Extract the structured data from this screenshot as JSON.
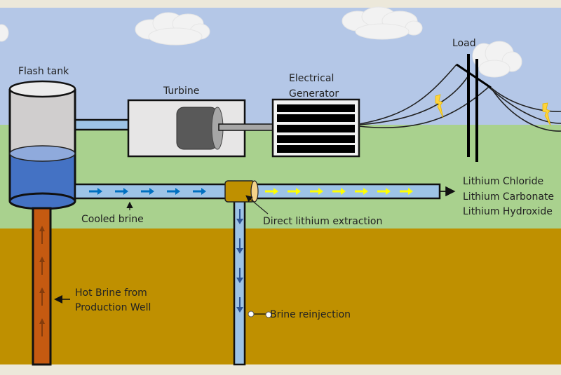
{
  "diagram": {
    "title_labels": {
      "flash_tank": "Flash tank",
      "turbine": "Turbine",
      "generator_line1": "Electrical",
      "generator_line2": "Generator",
      "load": "Load",
      "cooled_brine": "Cooled brine",
      "dle": "Direct lithium extraction",
      "hot_brine_line1": "Hot Brine from",
      "hot_brine_line2": "Production Well",
      "reinjection": "Brine reinjection"
    },
    "products": [
      "Lithium Chloride",
      "Lithium Carbonate",
      "Lithium Hydroxide"
    ],
    "colors": {
      "frame": "#ece8da",
      "sky": "#b4c7e7",
      "grass": "#a9d18e",
      "soil": "#bf9000",
      "pipe": "#9dc3e6",
      "tank_water": "#4472c4",
      "tank_body": "#d0cece",
      "hot_well": "#c55a11",
      "dle_unit": "#bf9000",
      "flow_arrow_blue": "#0070c0",
      "flow_arrow_yellow": "#ffff00",
      "down_arrow": "#2f5597",
      "up_arrow": "#843c0c",
      "lightning": "#ffd33d"
    },
    "flow": {
      "cooled_brine_arrows": 5,
      "lithium_stream_arrows": 7,
      "reinjection_arrows": 4,
      "production_arrows": 4
    }
  }
}
